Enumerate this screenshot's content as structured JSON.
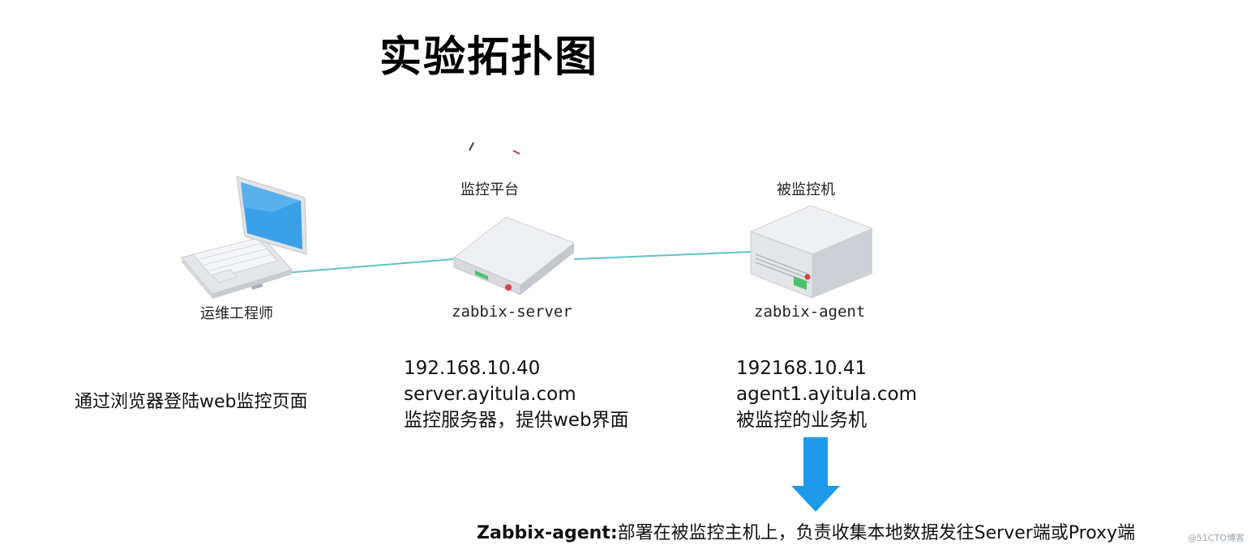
{
  "title": "实验拓扑图",
  "nodes": {
    "engineer": {
      "label": "运维工程师",
      "caption": "通过浏览器登陆web监控页面"
    },
    "server": {
      "role": "监控平台",
      "hostname": "zabbix-server",
      "info": [
        "192.168.10.40",
        "server.ayitula.com",
        "监控服务器，提供web界面"
      ]
    },
    "agent": {
      "role": "被监控机",
      "hostname": "zabbix-agent",
      "info": [
        "192168.10.41",
        "agent1.ayitula.com",
        "被监控的业务机"
      ]
    }
  },
  "footer": {
    "term": "Zabbix-agent:",
    "description": "部署在被监控主机上，负责收集本地数据发往Server端或Proxy端"
  },
  "watermark": "@51CTO博客",
  "colors": {
    "link": "#5fc4c0",
    "arrow": "#1e9be8",
    "screen": "#3aa0e8",
    "device": "#e9ebee",
    "led_green": "#4cc36a",
    "led_red": "#e23b4a"
  }
}
